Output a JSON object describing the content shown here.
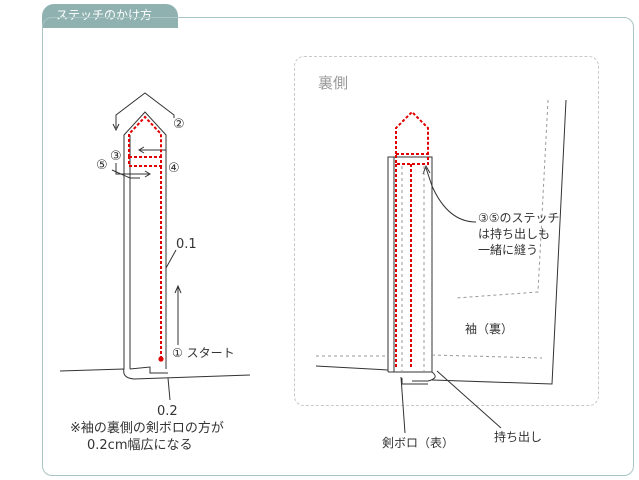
{
  "section_tab": {
    "label": "ステッチのかけ方"
  },
  "left_diagram": {
    "markers": {
      "m2": "②",
      "m3": "③",
      "m4": "④",
      "m5": "⑤"
    },
    "measure_top": "0.1",
    "start_label": "① スタート",
    "measure_bottom": "0.2",
    "note_line1": "※袖の裏側の剣ボロの方が",
    "note_line2": "0.2cm幅広になる"
  },
  "right_diagram": {
    "side_label": "裏側",
    "callout_line1": "③⑤のステッチ",
    "callout_line2": "は持ち出しも",
    "callout_line3": "一緒に縫う",
    "sleeve_label": "袖（裏）",
    "placket_label": "剣ボロ（表）",
    "underlap_label": "持ち出し"
  },
  "colors": {
    "stitch": "#e00000",
    "line": "#333333",
    "tab": "#8fb2b0",
    "frame": "#a9c6c4"
  }
}
